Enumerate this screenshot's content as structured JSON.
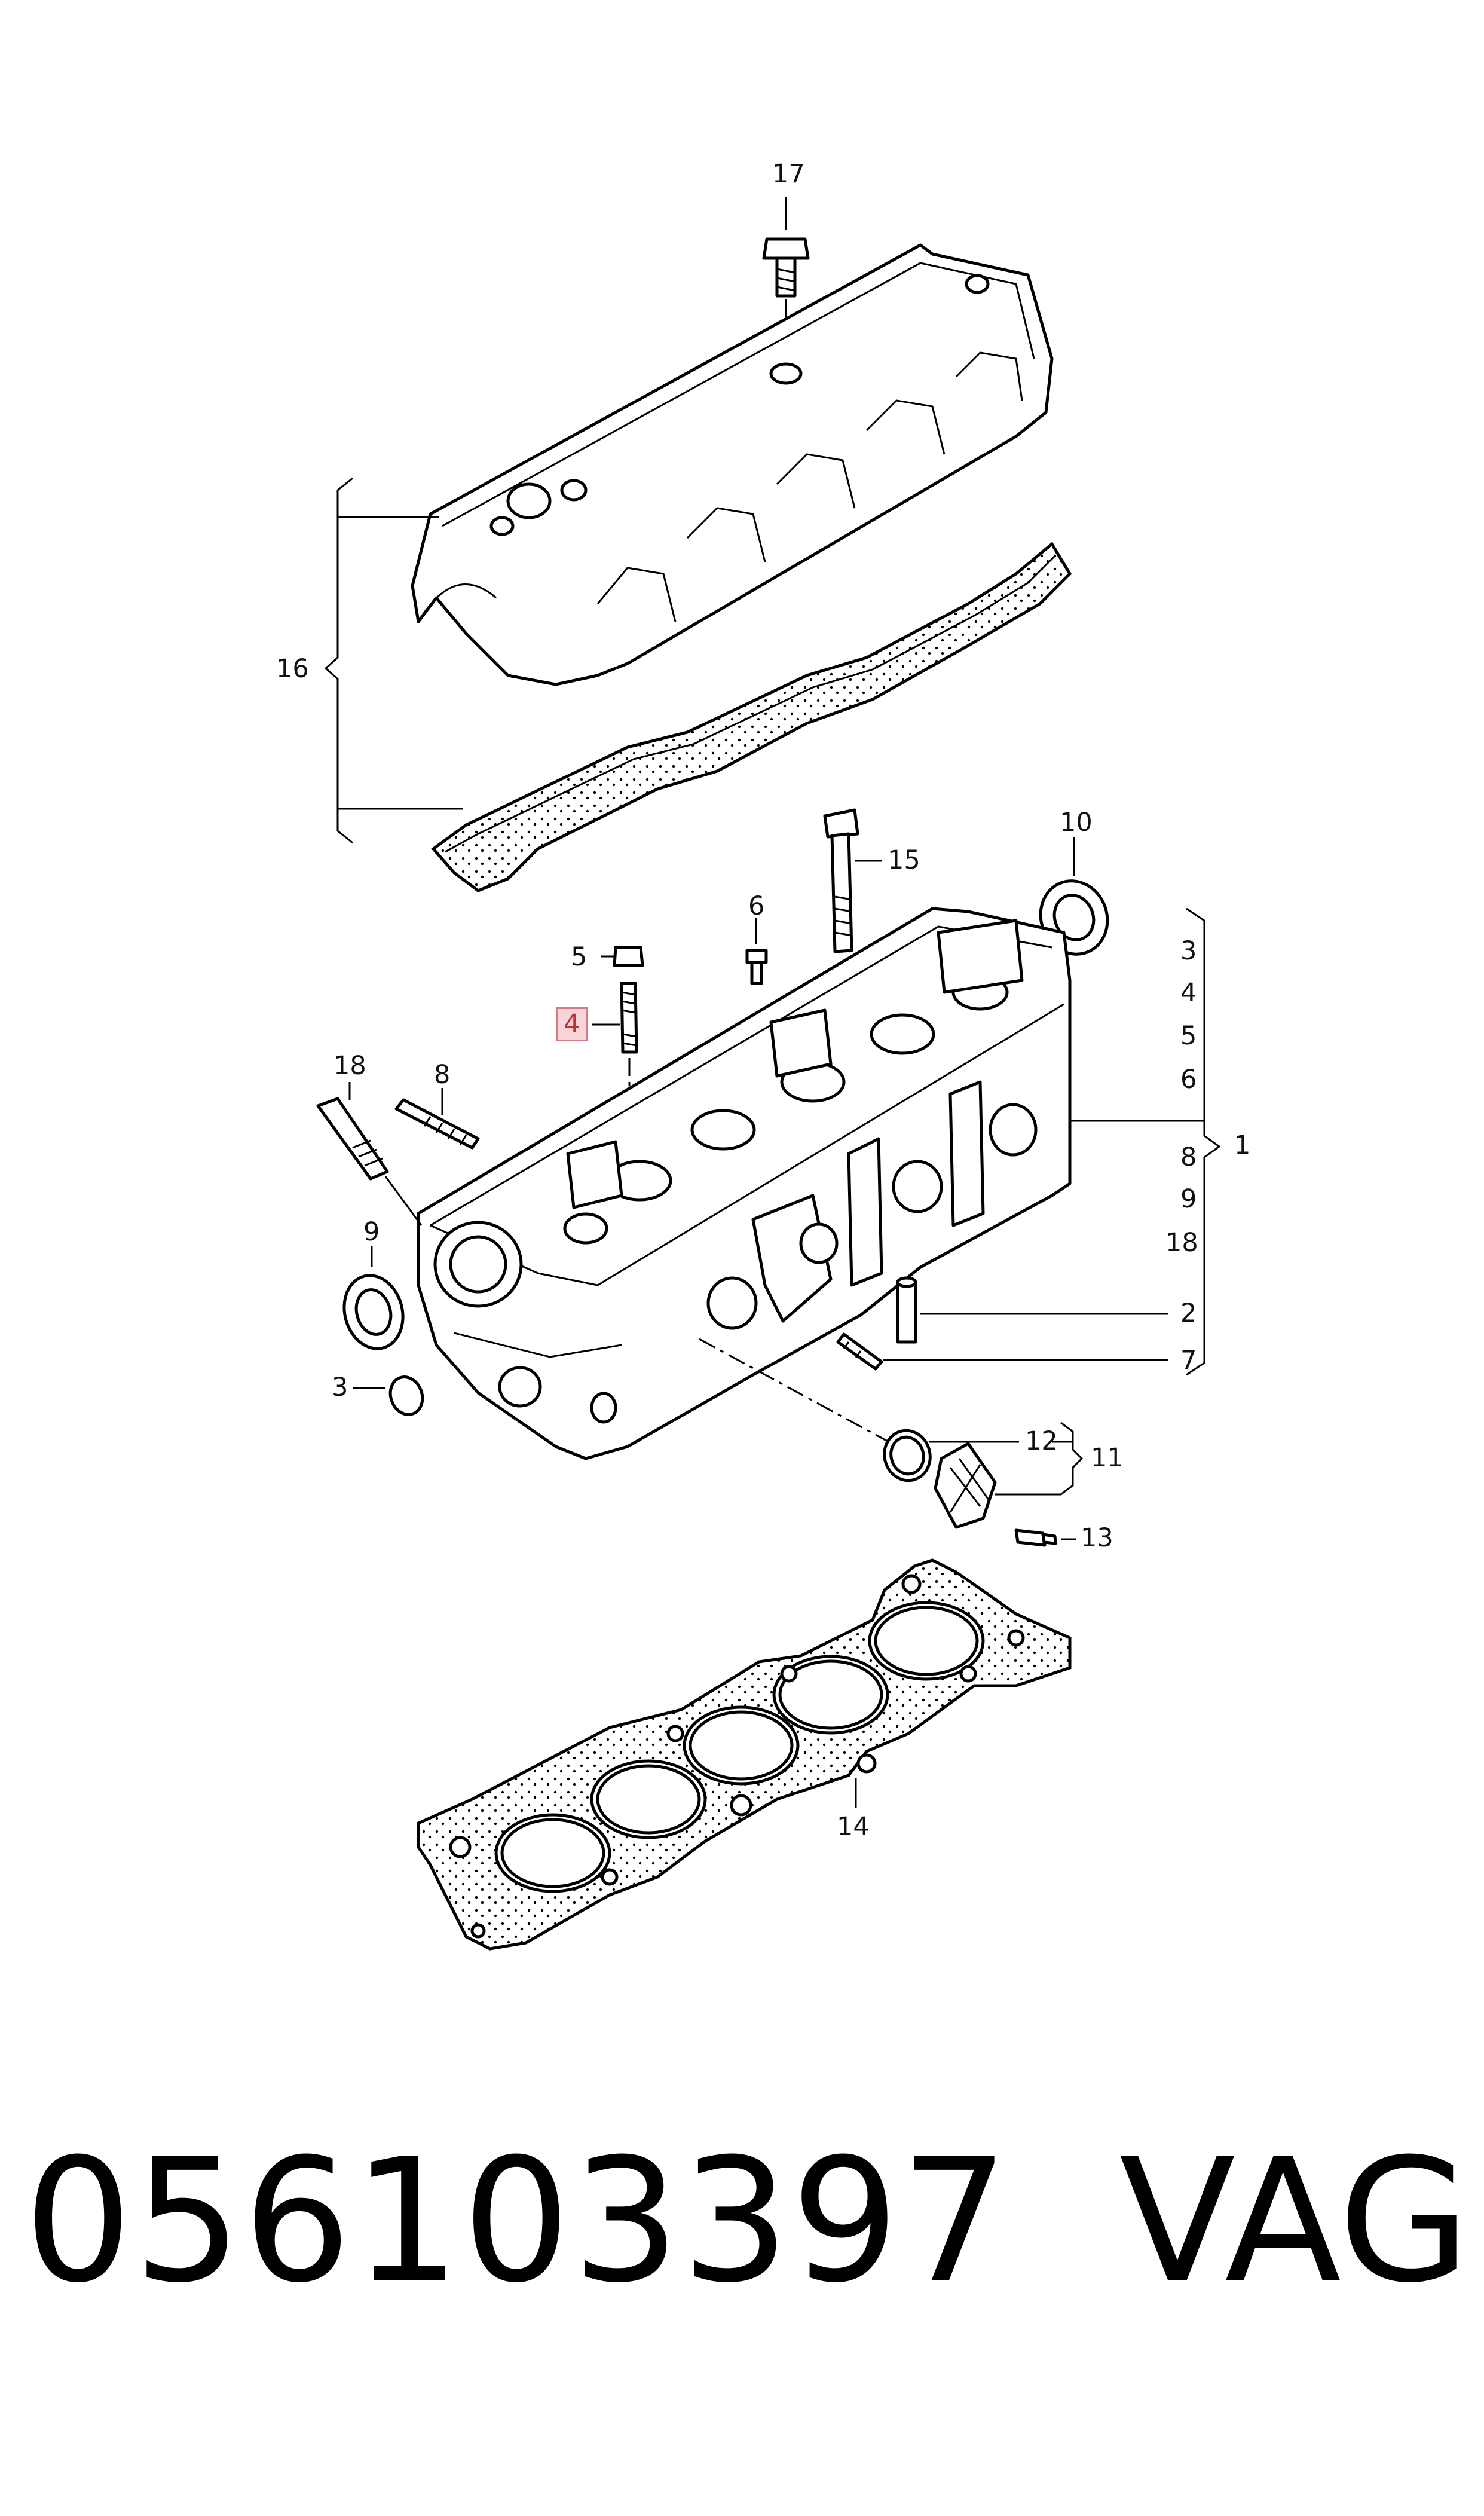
{
  "diagram": {
    "callouts": {
      "c17": "17",
      "c16": "16",
      "c15": "15",
      "c10": "10",
      "c6_top": "6",
      "c5_left": "5",
      "c4_left": "4",
      "c18_left": "18",
      "c8_left": "8",
      "c9_left": "9",
      "c3_left": "3",
      "r3": "3",
      "r4": "4",
      "r5": "5",
      "r6": "6",
      "r8": "8",
      "r9": "9",
      "r18": "18",
      "c1": "1",
      "c2": "2",
      "c7": "7",
      "c12": "12",
      "c11": "11",
      "c13": "13",
      "c14": "14"
    },
    "highlighted_callout": "4",
    "highlight_color": "#f6d4d8"
  },
  "footer": {
    "part_number": "056103397",
    "brand": "VAG"
  }
}
